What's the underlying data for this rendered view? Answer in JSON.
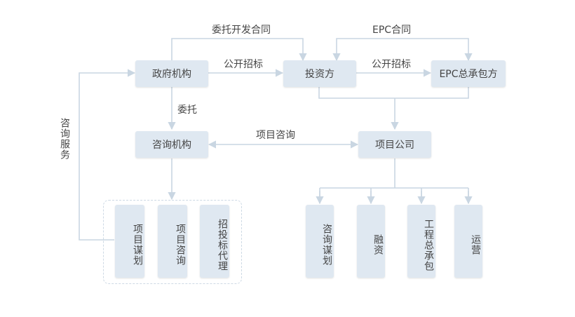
{
  "nodes": {
    "government": "政府机构",
    "investor": "投资方",
    "epc_contractor": "EPC总承包方",
    "consulting_agency": "咨询机构",
    "project_company": "项目公司"
  },
  "consulting_services": [
    "项目谋划",
    "项目咨询",
    "招投标代理"
  ],
  "company_functions": [
    "咨询谋划",
    "融资",
    "工程总承包",
    "运营"
  ],
  "edge_labels": {
    "entrusted_development_contract": "委托开发合同",
    "epc_contract": "EPC合同",
    "public_tender_1": "公开招标",
    "public_tender_2": "公开招标",
    "entrust": "委托",
    "project_consulting": "项目咨询",
    "consulting_services": "咨询服务"
  },
  "colors": {
    "box_fill": "#dfe8f1",
    "connector": "#c9d6e2",
    "dashed_border": "#cdd9e4",
    "text": "#454545"
  }
}
